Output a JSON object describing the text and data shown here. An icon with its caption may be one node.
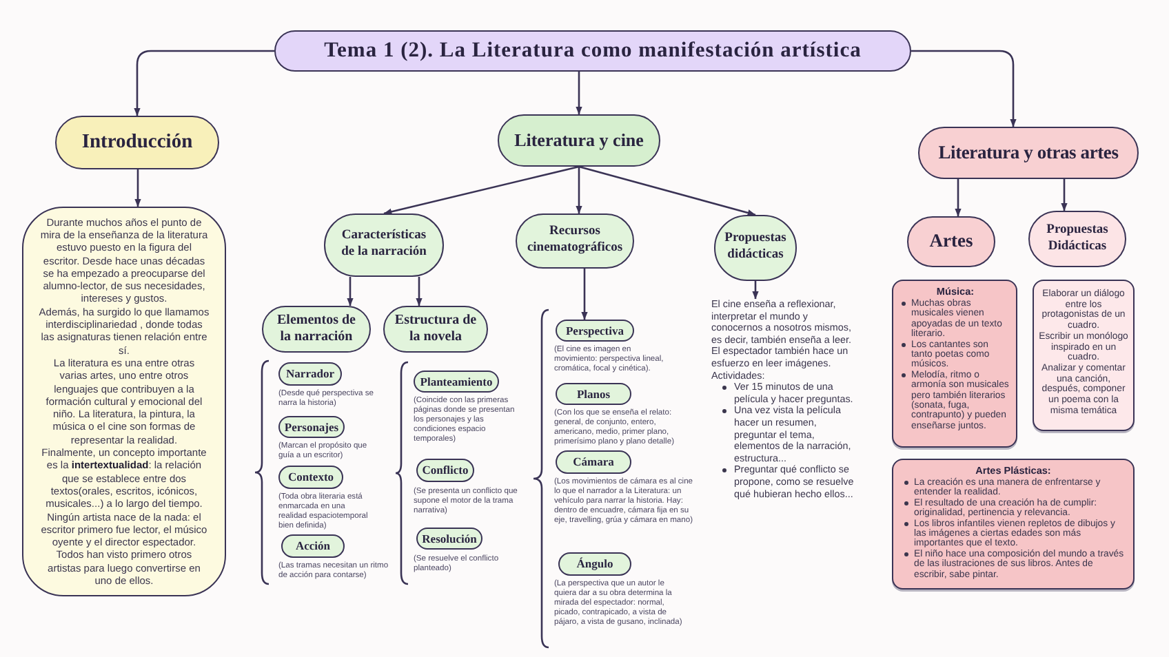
{
  "diagram": {
    "nodes": [
      {
        "text": [
          "Tema 1 (2). La Literatura como manifestación artística"
        ]
      },
      {
        "text": [
          "Introducción"
        ]
      },
      {
        "text": [
          "Literatura y cine"
        ]
      },
      {
        "text": [
          "Literatura y otras artes"
        ]
      },
      {
        "text": [
          "Durante muchos años el punto de mira de la enseñanza de la literatura estuvo puesto en la figura del escritor. Desde hace unas décadas se ha empezado a preocuparse del alumno-lector, de sus necesidades, intereses y gustos.",
          "Además, ha surgido lo que llamamos interdisciplinariedad , donde todas las asignaturas tienen relación entre sí.",
          "La literatura es una entre otras varias artes, uno entre otros lenguajes que contribuyen a la formación cultural y emocional del niño. La literatura, la pintura, la música o el cine son formas de representar la realidad.",
          "Finalmente, un concepto importante es la **intertextualidad**: la relación que se establece entre dos textos(orales, escritos, icónicos, musicales...) a lo largo del tiempo. Ningún artista nace de la nada: el escritor primero fue lector, el músico oyente y el director espectador. Todos han visto primero otros artistas para luego convertirse en uno de ellos."
        ]
      },
      {
        "text": [
          "Características de la narración"
        ]
      },
      {
        "text": [
          "Recursos cinematográficos"
        ]
      },
      {
        "text": [
          "Propuestas didácticas"
        ]
      },
      {
        "text": [
          "Artes"
        ]
      },
      {
        "text": [
          "Propuestas Didácticas"
        ]
      },
      {
        "text": [
          "Elementos de la narración"
        ]
      },
      {
        "text": [
          "Estructura de la novela"
        ]
      },
      {
        "text": [
          "El cine enseña a reflexionar, interpretar el mundo y conocernos a nosotros mismos, es decir, también enseña a leer. El espectador también hace un esfuerzo en leer imágenes. Actividades:",
          "Ver 15 minutos de una película y hacer preguntas.",
          "Una vez vista la película hacer un resumen, preguntar el tema, elementos de la narración, estructura...",
          "Preguntar qué conflicto se propone, como se resuelve qué hubieran hecho ellos..."
        ]
      },
      {
        "text": [
          "Música:",
          "Muchas obras musicales vienen apoyadas de un texto literario.",
          "Los cantantes son tanto poetas como músicos.",
          "Melodía, ritmo o armonía son musicales pero también literarios (sonata, fuga, contrapunto) y pueden enseñarse juntos."
        ]
      },
      {
        "text": [
          "Elaborar un diálogo entre los protagonistas de un cuadro.",
          "Escribir un monólogo inspirado en un cuadro.",
          "Analizar y comentar una canción, después, componer un poema con la misma temática"
        ]
      },
      {
        "text": [
          "Narrador"
        ],
        "beside": [
          "(Desde qué perspectiva se narra la historia)"
        ]
      },
      {
        "text": [
          "Personajes"
        ],
        "beside": [
          "(Marcan el propósito que guía a un escritor)"
        ]
      },
      {
        "text": [
          "Contexto"
        ],
        "beside": [
          "(Toda obra literaria está enmarcada en una realidad espaciotemporal bien definida)"
        ]
      },
      {
        "text": [
          "Acción"
        ],
        "beside": [
          "(Las tramas necesitan un ritmo de acción para contarse)"
        ]
      },
      {
        "text": [
          "Planteamiento"
        ],
        "beside": [
          "(Coincide con las primeras páginas donde se presentan los personajes y las condiciones espacio temporales)"
        ]
      },
      {
        "text": [
          "Conflicto"
        ],
        "beside": [
          "(Se presenta un conflicto que supone el motor de la trama narrativa)"
        ]
      },
      {
        "text": [
          "Resolución"
        ],
        "beside": [
          "(Se resuelve el conflicto planteado)"
        ]
      },
      {
        "text": [
          "Perspectiva"
        ],
        "beside": [
          "(El cine es imagen en movimiento: perspectiva lineal, cromática, focal y cinética)."
        ]
      },
      {
        "text": [
          "Planos"
        ],
        "beside": [
          "(Con los que se enseña el relato: general, de conjunto, entero, americano, medio, primer plano, primerísimo plano y plano detalle)"
        ]
      },
      {
        "text": [
          "Cámara"
        ],
        "beside": [
          "(Los movimientos de cámara es al cine lo que el narrador a la Literatura: un vehículo para narrar la historia. Hay: dentro de encuadre, cámara fija en su eje, travelling, grúa y cámara en mano)"
        ]
      },
      {
        "text": [
          "Ángulo"
        ],
        "beside": [
          "(La perspectiva que un autor le quiera dar a su obra determina la mirada del espectador: normal, picado, contrapicado, a vista de pájaro, a vista de gusano, inclinada)"
        ]
      },
      {
        "text": [
          "Artes Plásticas:",
          "La creación es una manera de enfrentarse y entender la realidad.",
          "El resultado de una creación ha de cumplir: originalidad, pertinencia y relevancia.",
          "Los libros infantiles vienen repletos de dibujos y las imágenes a ciertas edades son más importantes que el texto.",
          "El niño hace una composición del mundo a través de las ilustraciones de sus libros. Antes de escribir, sabe pintar."
        ]
      }
    ],
    "edges": [
      {
        "from": 0,
        "to": 1,
        "arrow": "to"
      },
      {
        "from": 0,
        "to": 2,
        "arrow": "to"
      },
      {
        "from": 0,
        "to": 3,
        "arrow": "to"
      },
      {
        "from": 1,
        "to": 4,
        "arrow": "to"
      },
      {
        "from": 2,
        "to": 5,
        "arrow": "to"
      },
      {
        "from": 2,
        "to": 6,
        "arrow": "to"
      },
      {
        "from": 2,
        "to": 7,
        "arrow": "to"
      },
      {
        "from": 3,
        "to": 8,
        "arrow": "to"
      },
      {
        "from": 3,
        "to": 9,
        "arrow": "to"
      },
      {
        "from": 5,
        "to": 10,
        "arrow": "to"
      },
      {
        "from": 5,
        "to": 11,
        "arrow": "to"
      },
      {
        "from": 6,
        "to": 22,
        "arrow": "to"
      },
      {
        "from": 7,
        "to": 12,
        "arrow": "to"
      }
    ]
  }
}
